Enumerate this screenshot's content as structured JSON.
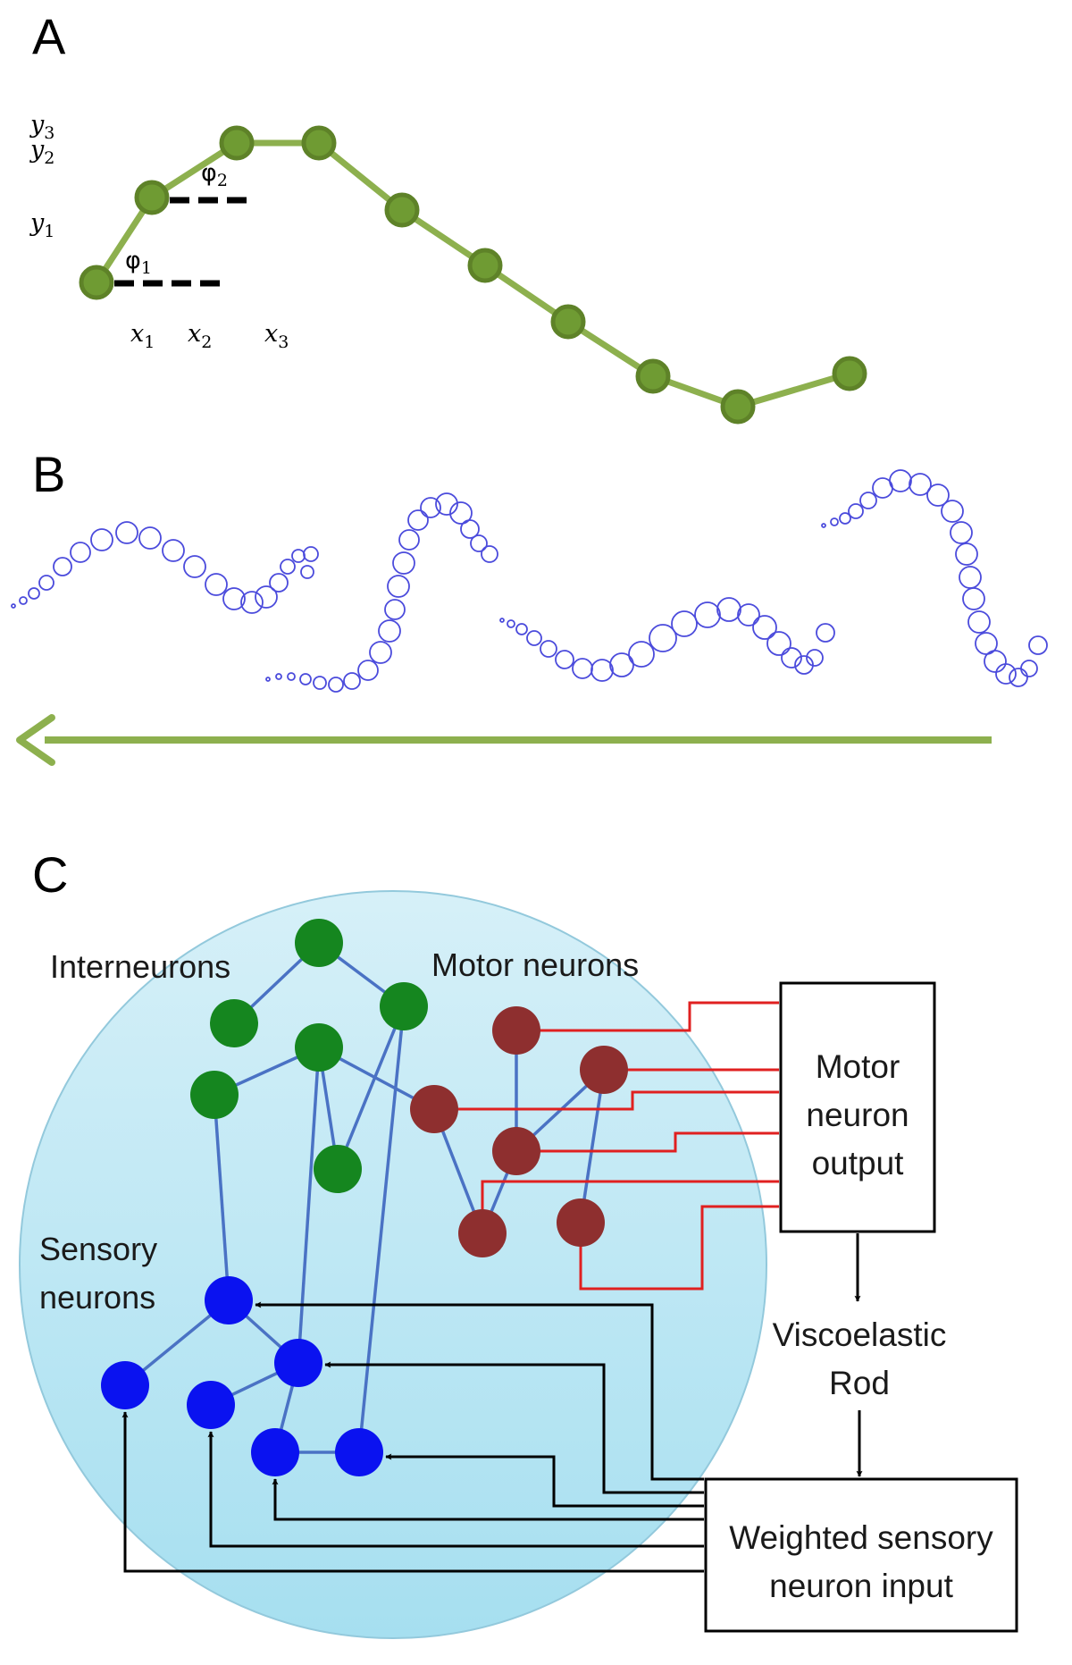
{
  "panel_a": {
    "label": "A",
    "y_labels": [
      {
        "base": "y",
        "sub": "3"
      },
      {
        "base": "y",
        "sub": "2"
      },
      {
        "base": "y",
        "sub": "1"
      }
    ],
    "x_labels": [
      {
        "base": "x",
        "sub": "1"
      },
      {
        "base": "x",
        "sub": "2"
      },
      {
        "base": "x",
        "sub": "3"
      }
    ],
    "angle_labels": [
      {
        "base": "φ",
        "sub": "1"
      },
      {
        "base": "φ",
        "sub": "2"
      }
    ],
    "colors": {
      "rod": "#8db04e",
      "node_fill": "#6f9b33",
      "node_stroke": "#5e8228"
    }
  },
  "panel_b": {
    "label": "B",
    "colors": {
      "worm": "#4b4bdc",
      "arrow": "#8db04e"
    }
  },
  "panel_c": {
    "label": "C",
    "group_labels": {
      "interneurons": "Interneurons",
      "motor_neurons": "Motor neurons",
      "sensory_line1": "Sensory",
      "sensory_line2": "neurons"
    },
    "motor_output_box": [
      "Motor",
      "neuron",
      "output"
    ],
    "rod_label": [
      "Viscoelastic",
      "Rod"
    ],
    "sensory_input_box": [
      "Weighted sensory",
      "neuron input"
    ],
    "colors": {
      "interneuron": "#15861f",
      "motor_neuron": "#8e2f2f",
      "sensory_neuron": "#0a12f0",
      "synapse_edge": "#4a72c4",
      "motor_wire": "#e02020",
      "circle_top": "#d6f0f8",
      "circle_bottom": "#a6dff0"
    }
  }
}
